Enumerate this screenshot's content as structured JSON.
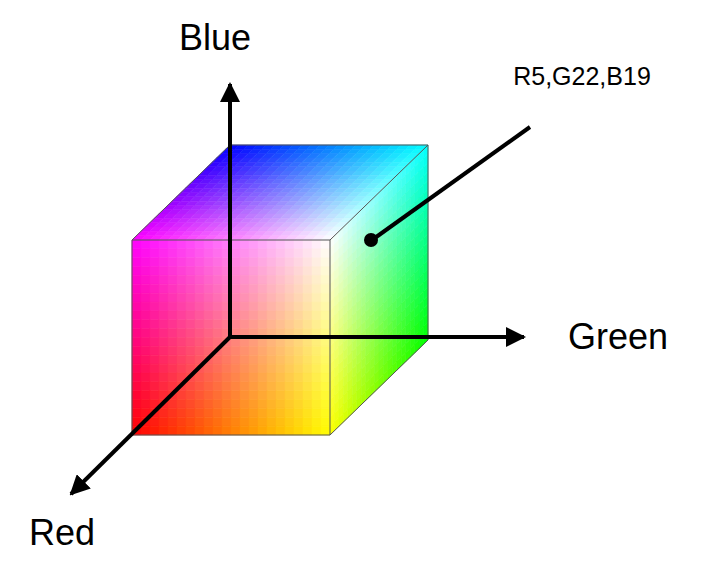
{
  "diagram": {
    "labels": [
      "Blue",
      "R5,G22,B19",
      "Green",
      "Red"
    ]
  }
}
